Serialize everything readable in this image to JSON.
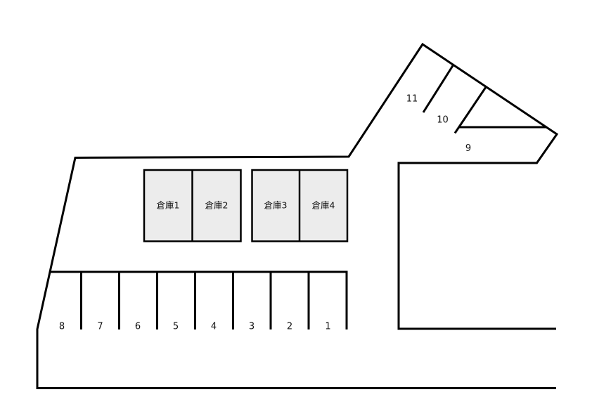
{
  "site_plan": {
    "background_color": "#ffffff",
    "line_color": "#000000",
    "warehouse_fill_color": "#ececec",
    "text_color": "#111111",
    "warehouses": [
      {
        "label": "倉庫1"
      },
      {
        "label": "倉庫2"
      },
      {
        "label": "倉庫3"
      },
      {
        "label": "倉庫4"
      }
    ],
    "parking_bottom_row": [
      "8",
      "7",
      "6",
      "5",
      "4",
      "3",
      "2",
      "1"
    ],
    "parking_diagonal_row": [
      "11",
      "10",
      "9"
    ]
  }
}
